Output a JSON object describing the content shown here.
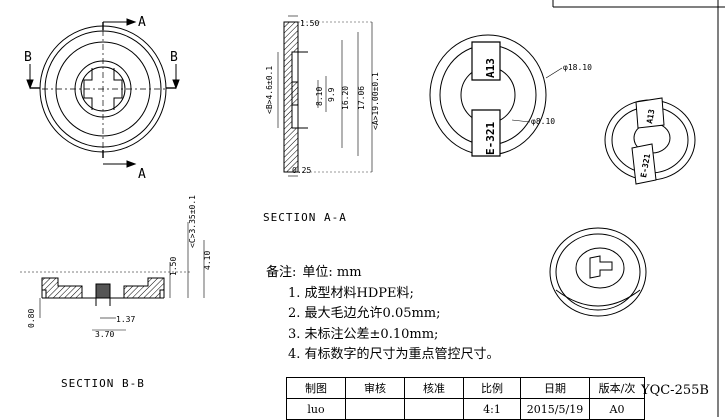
{
  "sections": {
    "a_label": "SECTION A-A",
    "b_label": "SECTION B-B",
    "cut_a_top": "A",
    "cut_a_bottom": "A",
    "cut_b_left": "B",
    "cut_b_right": "B"
  },
  "dims_aa": {
    "d1": "1.50",
    "d2": "<B>4.6±0.1",
    "d3": "8.10",
    "d4": "9.9",
    "d5": "16.20",
    "d6": "17.06",
    "d7": "<A>19.00±0.1",
    "d8": "0.25"
  },
  "dims_bb": {
    "d1": "<C>3.35±0.1",
    "d2": "1.50",
    "d3": "4.10",
    "d4": "0.80",
    "d5": "1.37",
    "d6": "3.70"
  },
  "iso": {
    "label_a13": "A13",
    "label_e321": "E-321",
    "dia_outer": "φ18.10",
    "dia_inner": "φ8.10"
  },
  "notes": {
    "title": "备注:",
    "unit": "单位: mm",
    "items": [
      "1.  成型材料HDPE料;",
      "2.  最大毛边允许0.05mm;",
      "3.  未标注公差±0.10mm;",
      "4.  有标数字的尺寸为重点管控尺寸。"
    ]
  },
  "title_block": {
    "headers": [
      "制图",
      "审核",
      "核准",
      "比例",
      "日期",
      "版本/次"
    ],
    "values": [
      "luo",
      "",
      "",
      "4:1",
      "2015/5/19",
      "A0"
    ],
    "drawing_no": "YQC-255B"
  }
}
